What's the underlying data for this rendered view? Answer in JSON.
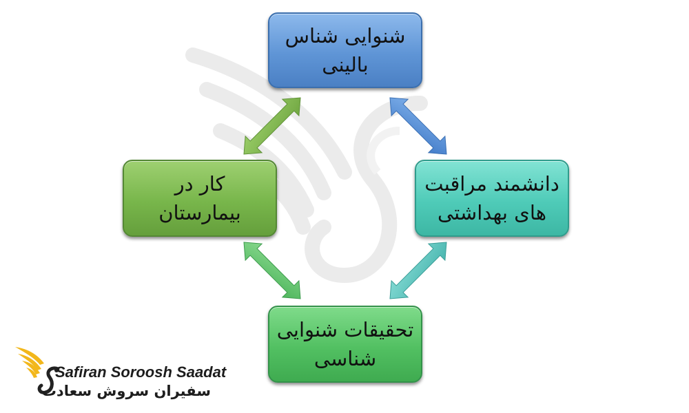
{
  "diagram": {
    "nodes": [
      {
        "id": "top",
        "label": "شنوایی شناس بالینی",
        "color": "#5f95d6"
      },
      {
        "id": "right",
        "label": "دانشمند مراقبت های بهداشتی",
        "color": "#4fcbb8"
      },
      {
        "id": "left",
        "label": "کار در بیمارستان",
        "color": "#78b64b"
      },
      {
        "id": "bottom",
        "label": "تحقیقات شنوایی شناسی",
        "color": "#52c062"
      }
    ],
    "connections": [
      {
        "from": "top",
        "to": "left",
        "type": "bidirectional",
        "color": "#7fb24c"
      },
      {
        "from": "top",
        "to": "right",
        "type": "bidirectional",
        "color": "#5a92d8"
      },
      {
        "from": "left",
        "to": "bottom",
        "type": "bidirectional",
        "color": "#66c46a"
      },
      {
        "from": "right",
        "to": "bottom",
        "type": "bidirectional",
        "color": "#5fc9c0"
      }
    ]
  },
  "logo": {
    "name_latin": "Safiran Soroosh Saadat",
    "name_persian": "سفیران سروش سعادت",
    "icon": "wing-swan-logo",
    "colors": {
      "gold": "#f2b71b",
      "dark": "#222222"
    }
  },
  "watermark": {
    "icon": "wing-swan-watermark"
  }
}
